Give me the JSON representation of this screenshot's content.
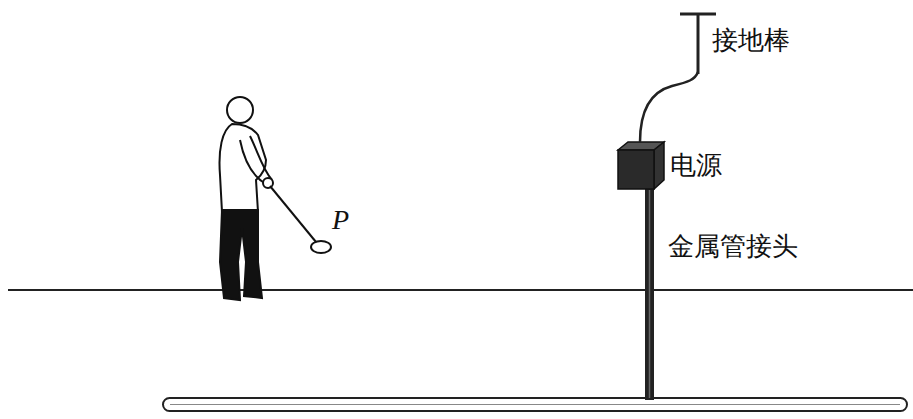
{
  "diagram": {
    "labels": [
      "接地棒",
      "电源",
      "金属管接头",
      "P"
    ]
  }
}
